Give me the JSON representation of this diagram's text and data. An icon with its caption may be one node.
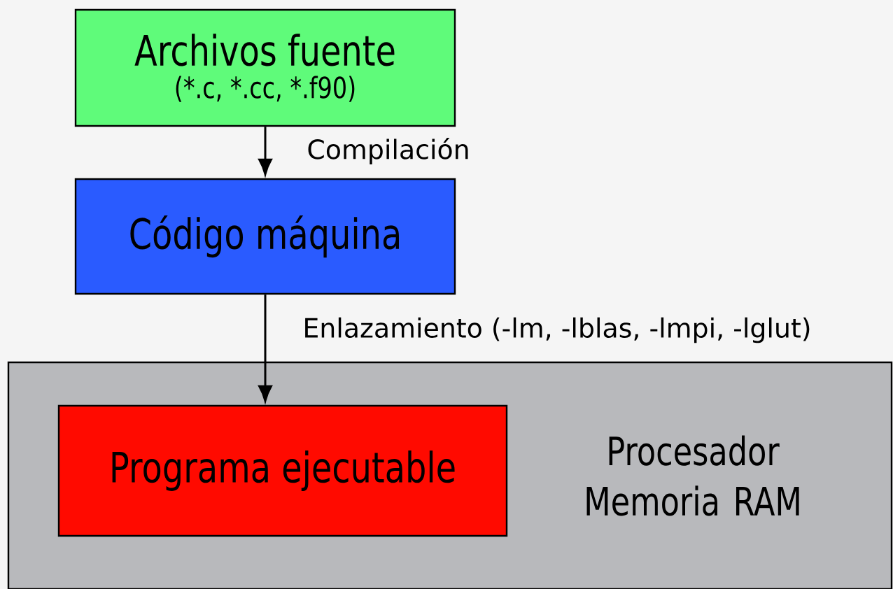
{
  "diagram": {
    "nodes": [
      {
        "text": [
          "Archivos fuente",
          "(*.c, *.cc, *.f90)"
        ]
      },
      {
        "text": [
          "Código máquina"
        ]
      },
      {
        "text": [
          "Procesador Memoria RAM"
        ]
      },
      {
        "text": [
          "Programa ejecutable"
        ],
        "in": 2
      }
    ],
    "edges": [
      {
        "from": 0,
        "to": 1,
        "arrow": "to",
        "label": "Compilación"
      },
      {
        "from": 1,
        "to": 3,
        "arrow": "to",
        "label": "Enlazamiento (-lm, -lblas, -lmpi, -lglut)"
      }
    ]
  }
}
